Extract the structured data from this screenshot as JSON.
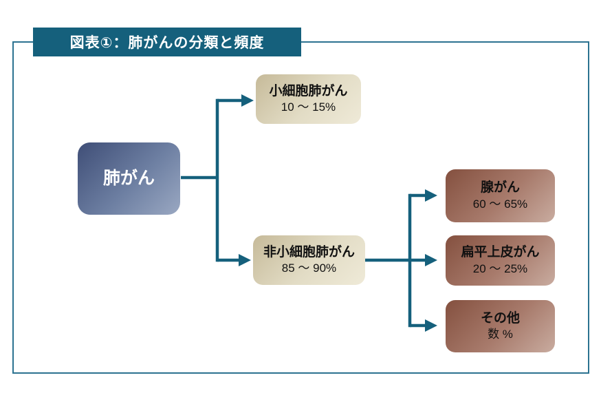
{
  "figure": {
    "title": "図表①：肺がんの分類と頻度"
  },
  "diagram": {
    "root": {
      "label": "肺がん"
    },
    "level1": [
      {
        "id": "small-cell",
        "label": "小細胞肺がん",
        "value": "10 〜 15%"
      },
      {
        "id": "non-small-cell",
        "label": "非小細胞肺がん",
        "value": "85 〜 90%"
      }
    ],
    "level2": [
      {
        "id": "adenocarcinoma",
        "label": "腺がん",
        "value": "60 〜 65%"
      },
      {
        "id": "squamous-cell",
        "label": "扁平上皮がん",
        "value": "20 〜 25%"
      },
      {
        "id": "other",
        "label": "その他",
        "value": "数 %"
      }
    ],
    "colors": {
      "accent_teal": "#15607C",
      "frame_border": "#2B7290",
      "root_gradient_start": "#3F4E77",
      "root_gradient_end": "#9AA8C2",
      "level1_gradient_start": "#C6BA99",
      "level1_gradient_end": "#EFEAD8",
      "level2_gradient_start": "#84503F",
      "level2_gradient_end": "#C9ACA0"
    }
  }
}
